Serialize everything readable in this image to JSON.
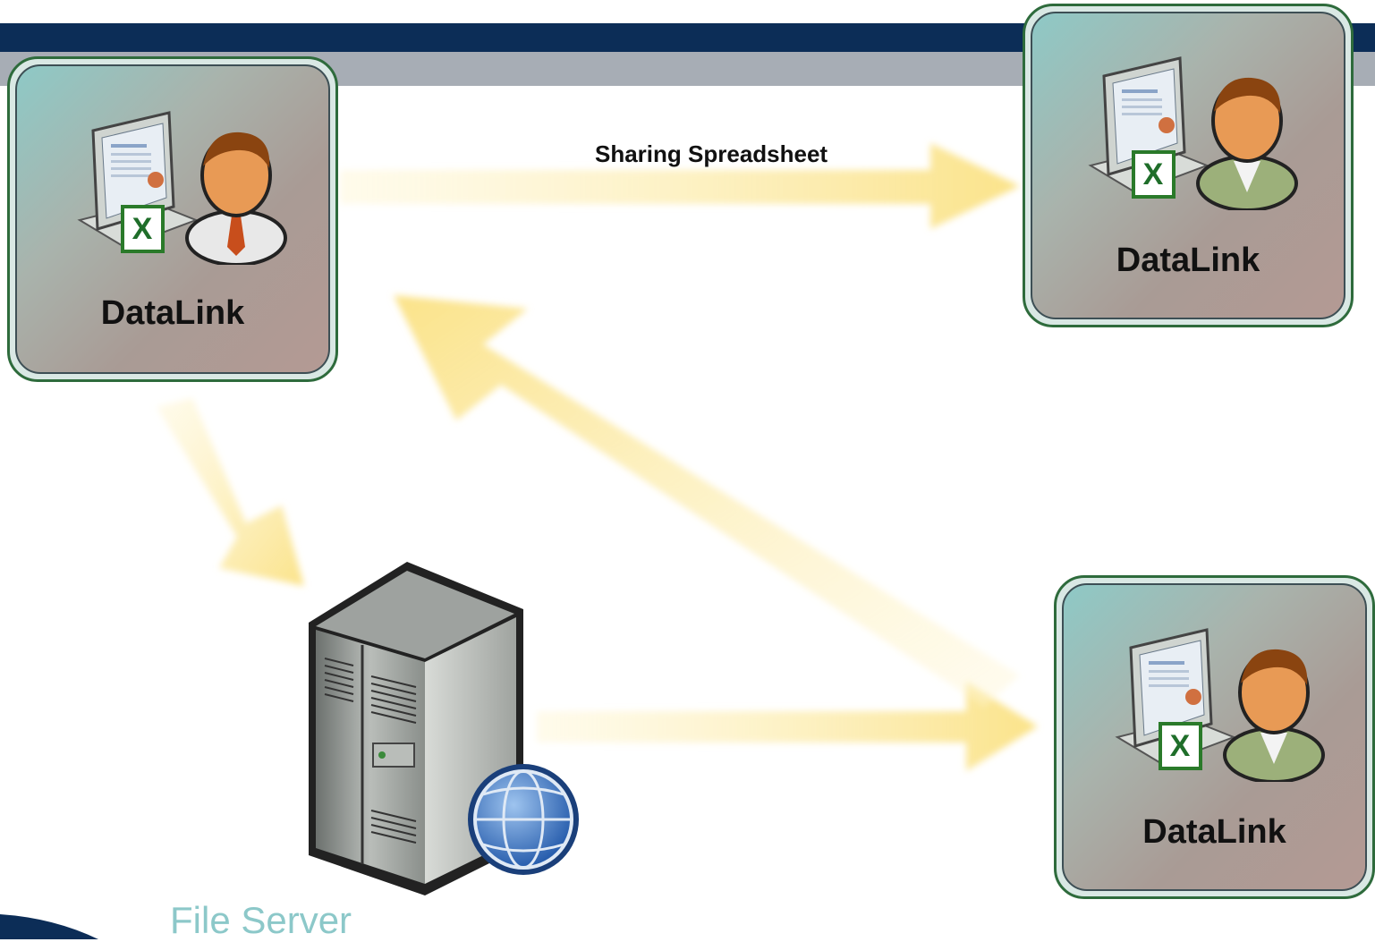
{
  "diagram": {
    "arrow_label": "Sharing Spreadsheet",
    "server_label": "File Server",
    "cards": [
      {
        "id": "datalink-top-left",
        "label": "DataLink"
      },
      {
        "id": "datalink-top-right",
        "label": "DataLink"
      },
      {
        "id": "datalink-bottom-right",
        "label": "DataLink"
      }
    ],
    "colors": {
      "header_dark": "#0c2d57",
      "header_grey": "#a7adb5",
      "arrow": "#fce89a",
      "card_border": "#2e6b3c",
      "server_label": "#8cc8c9"
    },
    "icons": [
      "computer-icon",
      "excel-icon",
      "user-icon",
      "server-icon",
      "globe-icon"
    ]
  }
}
